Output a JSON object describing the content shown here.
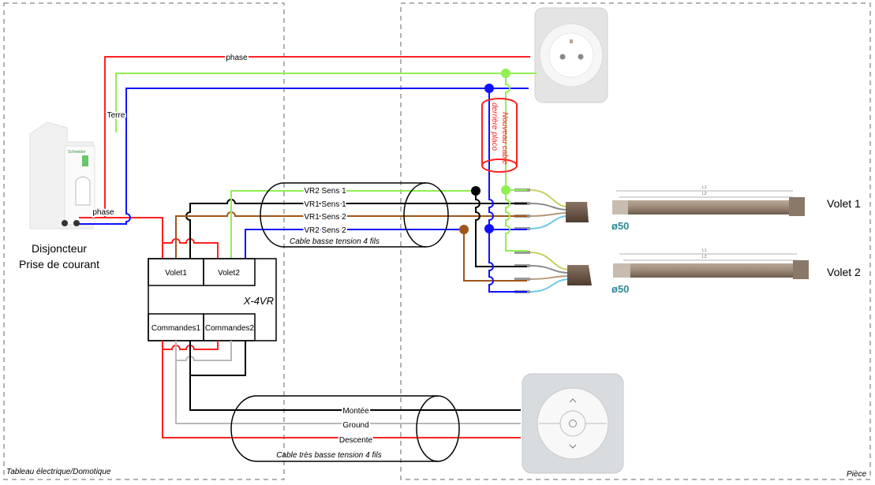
{
  "zones": {
    "left": "Tableau électrique/Domotique",
    "right": "Pièce"
  },
  "breaker": {
    "title_line1": "Disjoncteur",
    "title_line2": "Prise de courant"
  },
  "wires_top": {
    "phase_main": "phase",
    "phase_breaker": "phase",
    "earth": "Terre"
  },
  "module": {
    "name": "X-4VR",
    "outputs": [
      "Volet1",
      "Volet2"
    ],
    "inputs": [
      "Commandes1",
      "Commandes2"
    ]
  },
  "cable_low_voltage": {
    "caption": "Cable basse tension 4 fils",
    "wires": [
      "VR2 Sens 1",
      "VR1 Sens 1",
      "VR1 Sens 2",
      "VR2 Sens 2"
    ]
  },
  "cable_new": {
    "line1": "Nouveau cable",
    "line2": "derrière placo"
  },
  "cable_very_low_voltage": {
    "caption": "Cable très basse tension 4 fils",
    "wires": [
      "Montée",
      "Ground",
      "Descente"
    ]
  },
  "motors": [
    {
      "label": "Volet 1",
      "diameter": "ø50",
      "dim1": "L1",
      "dim2": "L2"
    },
    {
      "label": "Volet 2",
      "diameter": "ø50",
      "dim1": "L1",
      "dim2": "L2"
    }
  ],
  "breaker_brand": "Schneider",
  "colors": {
    "phase": "#ff2020",
    "earth": "#90f050",
    "neutral": "#1010ff",
    "brown": "#a0561a",
    "black": "#000000",
    "ground": "#b8b8b8"
  }
}
